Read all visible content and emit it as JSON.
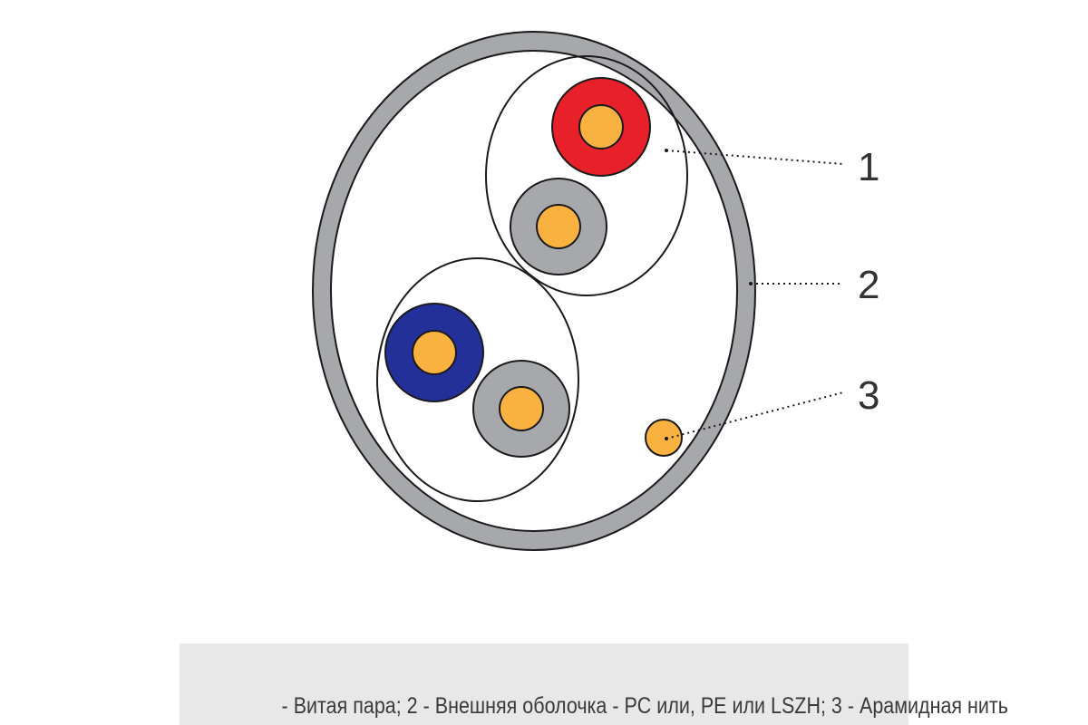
{
  "diagram": {
    "callouts": [
      {
        "number": "1"
      },
      {
        "number": "2"
      },
      {
        "number": "3"
      }
    ],
    "colors": {
      "outer_sheath": "#a6a8ab",
      "conductor": "#f9b140",
      "wire_red": "#e8202a",
      "wire_blue": "#24309a",
      "wire_gray": "#a6a8ab",
      "outline": "#1a1a1a"
    }
  },
  "caption": {
    "text": "- Витая пара; 2 - Внешняя оболочка - PC или, PE или LSZH; 3 - Арамидная нить"
  }
}
